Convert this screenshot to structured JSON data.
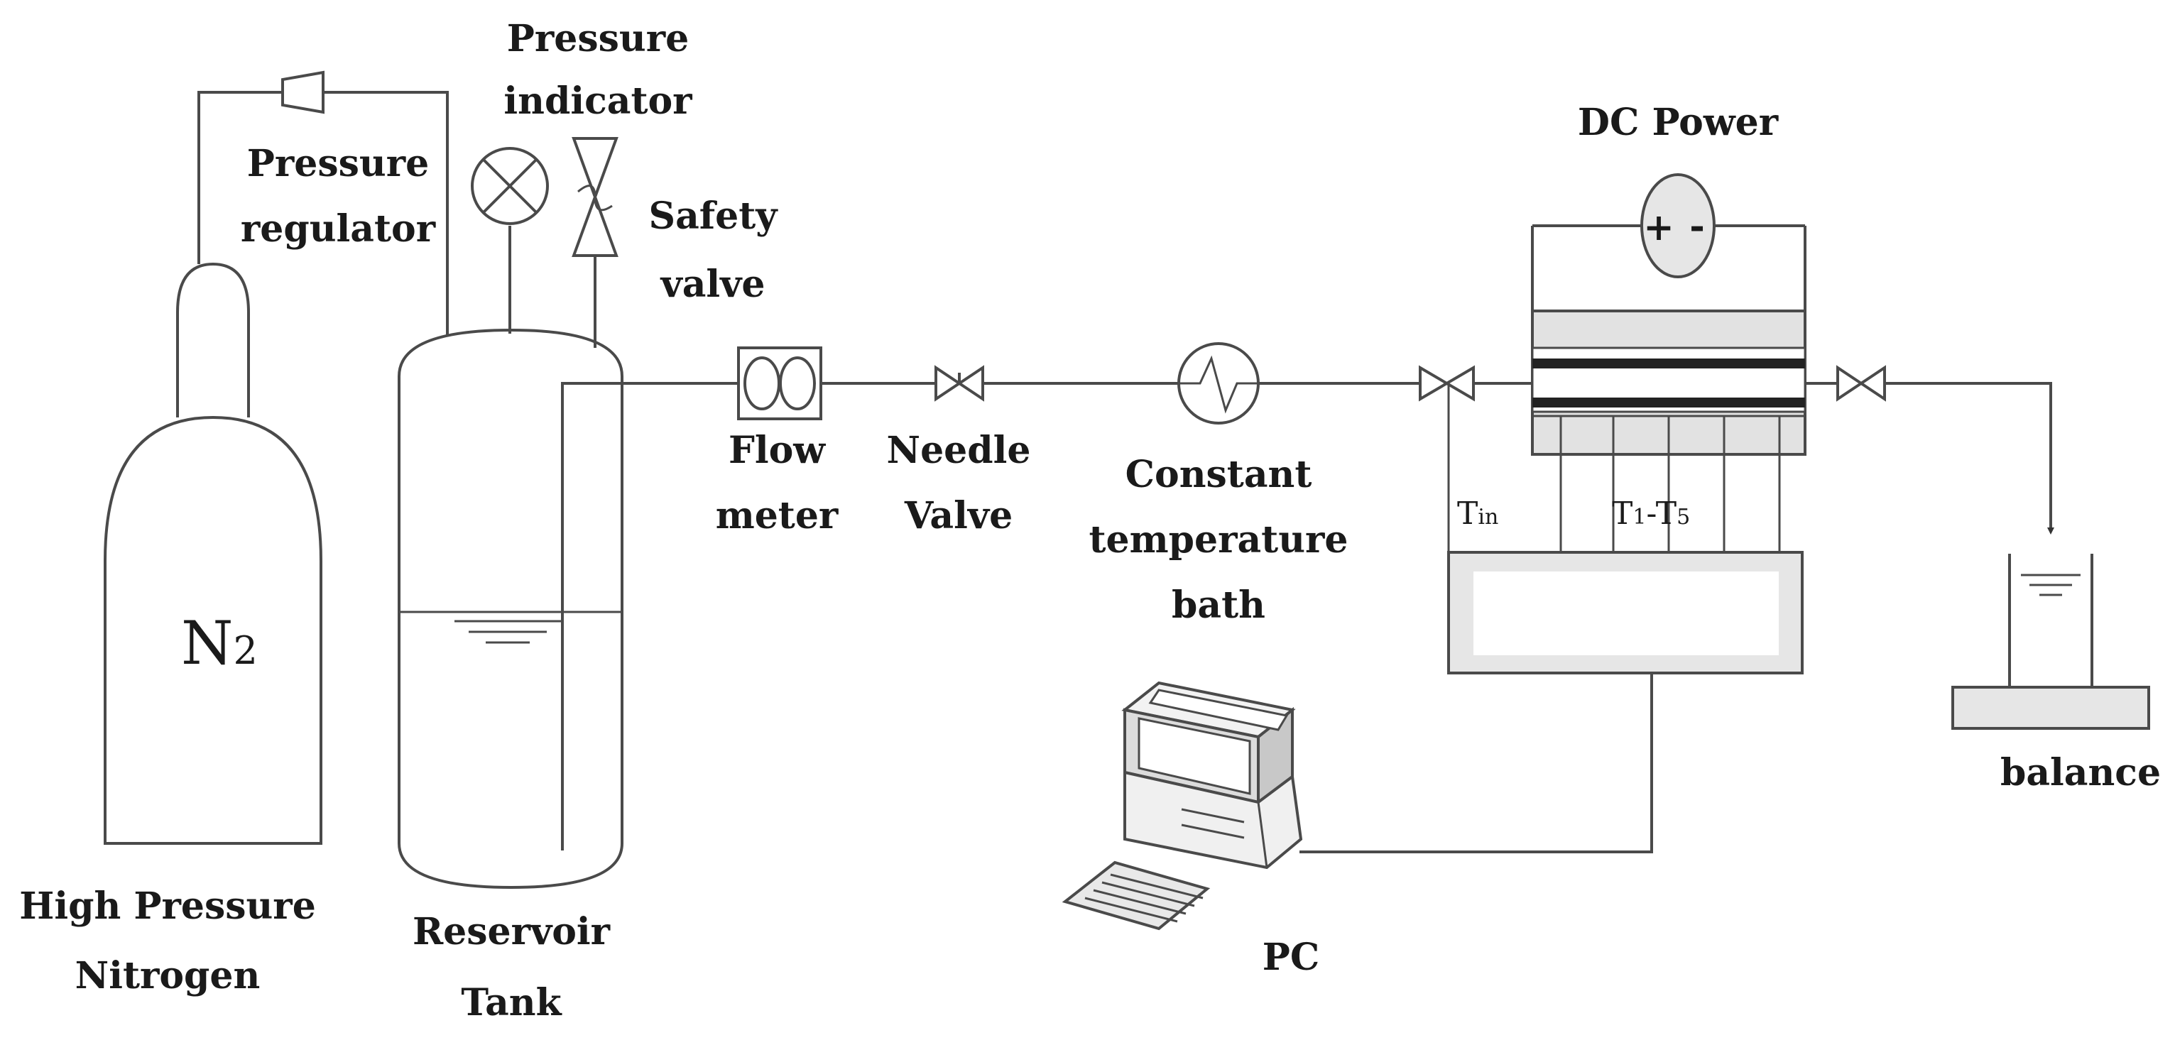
{
  "labels": {
    "pressure_indicator_1": "Pressure",
    "pressure_indicator_2": "indicator",
    "pressure_regulator_1": "Pressure",
    "pressure_regulator_2": "regulator",
    "safety_valve_1": "Safety",
    "safety_valve_2": "valve",
    "dc_power": "DC Power",
    "cylinder_gas": "N",
    "cylinder_gas_sub": "2",
    "nitrogen_1": "High Pressure",
    "nitrogen_2": "Nitrogen",
    "reservoir_1": "Reservoir",
    "reservoir_2": "Tank",
    "flow_meter_1": "Flow",
    "flow_meter_2": "meter",
    "needle_valve_1": "Needle",
    "needle_valve_2": "Valve",
    "bath_1": "Constant",
    "bath_2": "temperature",
    "bath_3": "bath",
    "t_in": "T",
    "t_in_sub": "in",
    "t_range_a": "T",
    "t_range_a_sub": "1",
    "t_range_dash": "-T",
    "t_range_b_sub": "5",
    "balance": "balance",
    "pc": "PC",
    "plus": "+",
    "minus": "-"
  }
}
